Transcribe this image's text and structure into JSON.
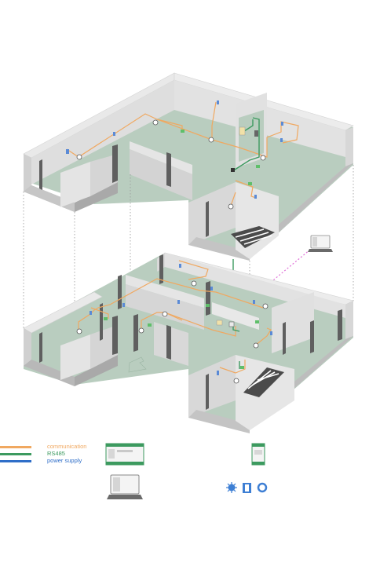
{
  "legend": {
    "items": [
      {
        "label": "communication",
        "color": "#f0a860"
      },
      {
        "label": "RS485",
        "color": "#3c9a5f"
      },
      {
        "label": "power supply",
        "color": "#2f6ec8"
      }
    ]
  },
  "colors": {
    "floor": "#b9cdbf",
    "wall_top": "#e6e6e6",
    "wall_side": "#c8c8c8",
    "wall_dark": "#a9a9a9",
    "door": "#5f5f5f",
    "communication": "#f0a860",
    "rs485": "#3c9a5f",
    "power": "#2f6ec8",
    "wireless": "#e070d8"
  },
  "icons": [
    "laptop-icon",
    "controller-module-icon",
    "io-module-icon",
    "sensor-icon",
    "panel-icon",
    "ring-icon",
    "lamp-icon",
    "exit-arrow-icon",
    "stairs-icon"
  ]
}
